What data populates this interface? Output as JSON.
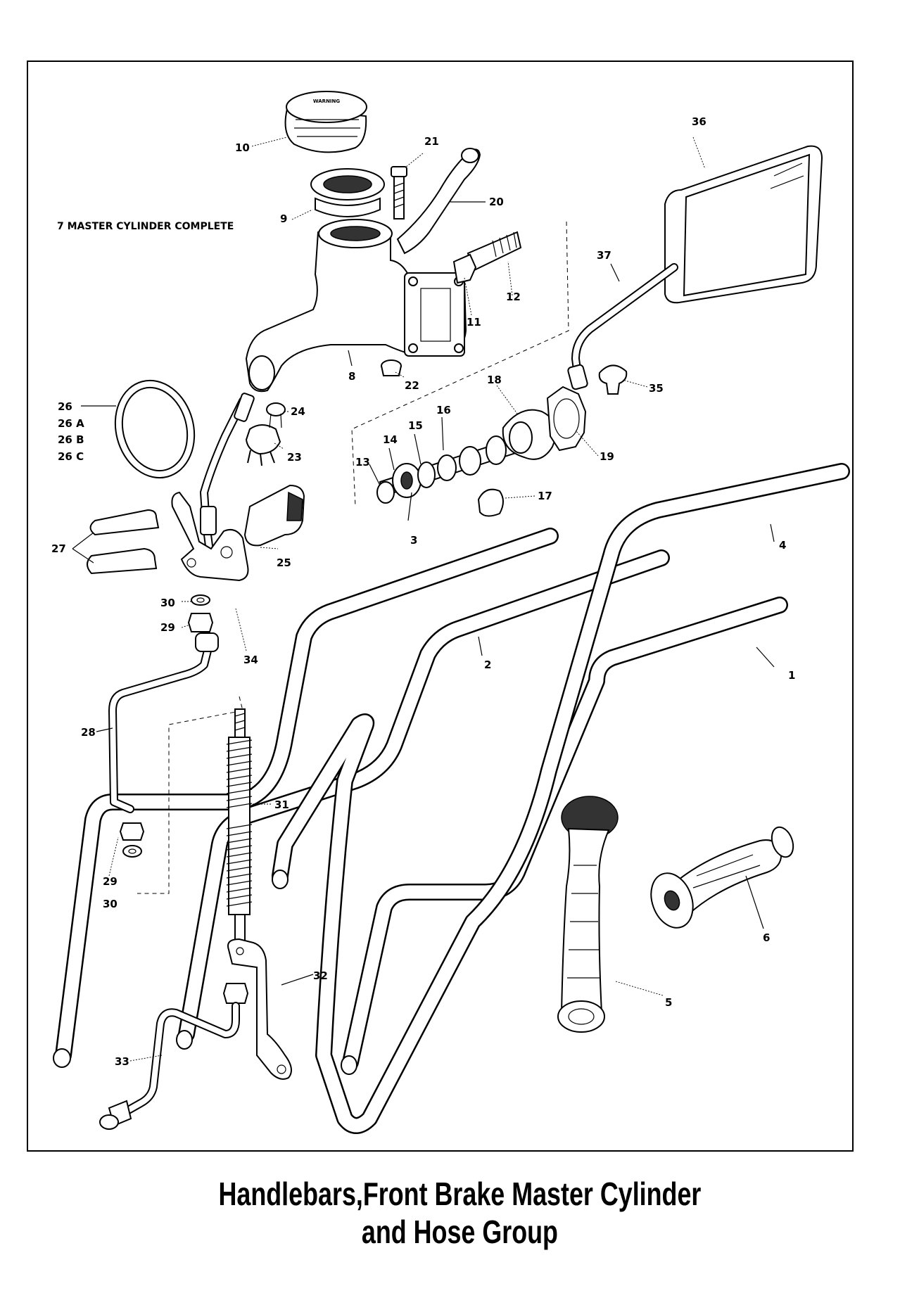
{
  "caption": {
    "line1": "Handlebars,Front Brake Master Cylinder",
    "line2": "and Hose Group"
  },
  "assembly_note": "7 MASTER CYLINDER COMPLETE",
  "callouts": {
    "c1": "1",
    "c2": "2",
    "c3": "3",
    "c4": "4",
    "c5": "5",
    "c6": "6",
    "c8": "8",
    "c9": "9",
    "c10": "10",
    "c11": "11",
    "c12": "12",
    "c13": "13",
    "c14": "14",
    "c15": "15",
    "c16": "16",
    "c17": "17",
    "c18": "18",
    "c19": "19",
    "c20": "20",
    "c21": "21",
    "c22": "22",
    "c23": "23",
    "c24": "24",
    "c25": "25",
    "c26": "26",
    "c26a": "26 A",
    "c26b": "26 B",
    "c26c": "26 C",
    "c27": "27",
    "c28": "28",
    "c29a": "29",
    "c29b": "29",
    "c30a": "30",
    "c30b": "30",
    "c31": "31",
    "c32": "32",
    "c33": "33",
    "c34": "34",
    "c35": "35",
    "c36": "36",
    "c37": "37"
  },
  "reservoir_cap_text": "WARNING"
}
